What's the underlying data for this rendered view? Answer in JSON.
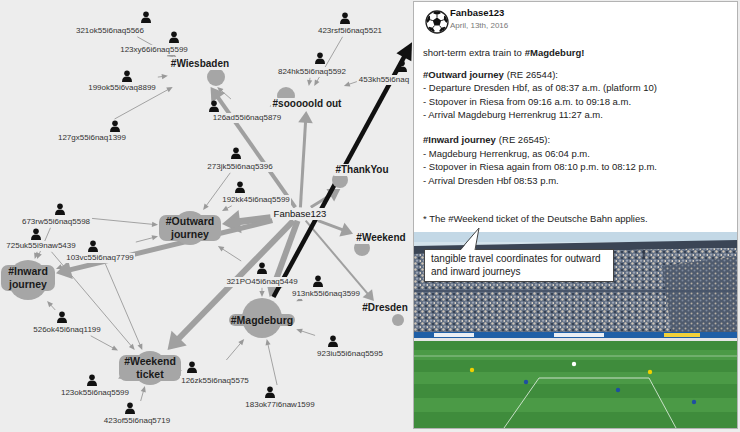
{
  "diagram": {
    "nodes": [
      {
        "text": [
          "321ok55i6naq5566"
        ]
      },
      {
        "text": [
          "123xy66i6naq5599"
        ]
      },
      {
        "text": [
          "423rsf5i6naq5521"
        ]
      },
      {
        "text": [
          "824hk55i6naq5592"
        ]
      },
      {
        "text": [
          "453kh55i6naq"
        ]
      },
      {
        "text": [
          "199ok55i6vaq8899"
        ]
      },
      {
        "text": [
          "#Wiesbaden"
        ]
      },
      {
        "text": [
          "#sooooold out"
        ]
      },
      {
        "text": [
          "126ad55i6naq5879"
        ]
      },
      {
        "text": [
          "127gx55i6naq1399"
        ]
      },
      {
        "text": [
          "#ThankYou"
        ]
      },
      {
        "text": [
          "273jk55i6naq5396"
        ]
      },
      {
        "text": [
          "Fanbase123"
        ]
      },
      {
        "text": [
          "192kk45i6naq5599"
        ]
      },
      {
        "text": [
          "#Outward journey"
        ]
      },
      {
        "text": [
          "673rw55i6naq5598"
        ]
      },
      {
        "text": [
          "#Weekend"
        ]
      },
      {
        "text": [
          "725uk55i9naw5439"
        ]
      },
      {
        "text": [
          "103vc55i6naq7799"
        ]
      },
      {
        "text": [
          "321PO45i6naq5449"
        ]
      },
      {
        "text": [
          "#Inward journey"
        ]
      },
      {
        "text": [
          "913nk55i6naq3599"
        ]
      },
      {
        "text": [
          "#Dresden"
        ]
      },
      {
        "text": [
          "526ok45i6naq1199"
        ]
      },
      {
        "text": [
          "#Magdeburg"
        ]
      },
      {
        "text": [
          "923iu55i6naq5595"
        ]
      },
      {
        "text": [
          "#Weekend ticket"
        ]
      },
      {
        "text": [
          "126zk55i6naq5575"
        ]
      },
      {
        "text": [
          "123ok55i6naq5599"
        ]
      },
      {
        "text": [
          "183ok77i6naw1599"
        ]
      },
      {
        "text": [
          "423of55i6naq5719"
        ]
      },
      {
        "text": [
          "Fanbase123",
          "April, 13th, 2016",
          "short-term extra train to",
          "#Magdeburg!",
          "#Outward journey",
          "(RE 26544):",
          "- Departure Dresden Hbf, as of 08:37 a.m. (platform 10)",
          "- Stopover in Riesa from 09:16 a.m. to 09:18 a.m.",
          "- Arrival Magdeburg Herrenkrug 11:27 a.m.",
          "#Inward journey",
          "(RE 26545):",
          "- Magdeburg Herrenkrug, as 06:04 p.m.",
          "- Stopover in Riesa again from 08:10 p.m. to 08:12 p.m.",
          "- Arrival Dresden Hbf 08:53 p.m.",
          "* The #Weekend ticket of the Deutsche Bahn applies."
        ]
      },
      {
        "text": [
          "tangible travel coordinates for outward and inward journeys"
        ],
        "in": 31
      }
    ],
    "edges": [
      {
        "from": 0,
        "to": 6,
        "arrow": "to"
      },
      {
        "from": 1,
        "to": 6,
        "arrow": "to"
      },
      {
        "from": 5,
        "to": 6,
        "arrow": "to"
      },
      {
        "from": 9,
        "to": 6,
        "arrow": "to"
      },
      {
        "from": 8,
        "to": 6,
        "arrow": "to"
      },
      {
        "from": 8,
        "to": 7,
        "arrow": "to"
      },
      {
        "from": 2,
        "to": 7,
        "arrow": "to"
      },
      {
        "from": 3,
        "to": 7,
        "arrow": "to"
      },
      {
        "from": 4,
        "to": 7,
        "arrow": "to"
      },
      {
        "from": 11,
        "to": 14,
        "arrow": "to"
      },
      {
        "from": 13,
        "to": 14,
        "arrow": "to"
      },
      {
        "from": 15,
        "to": 14,
        "arrow": "to"
      },
      {
        "from": 15,
        "to": 20,
        "arrow": "to"
      },
      {
        "from": 17,
        "to": 20,
        "arrow": "to"
      },
      {
        "from": 17,
        "to": 26,
        "arrow": "to"
      },
      {
        "from": 18,
        "to": 14,
        "arrow": "to"
      },
      {
        "from": 18,
        "to": 20,
        "arrow": "to"
      },
      {
        "from": 18,
        "to": 26,
        "arrow": "to"
      },
      {
        "from": 19,
        "to": 14,
        "arrow": "to"
      },
      {
        "from": 19,
        "to": 24,
        "arrow": "to"
      },
      {
        "from": 21,
        "to": 24,
        "arrow": "to"
      },
      {
        "from": 23,
        "to": 20,
        "arrow": "to"
      },
      {
        "from": 23,
        "to": 26,
        "arrow": "to"
      },
      {
        "from": 25,
        "to": 24,
        "arrow": "to"
      },
      {
        "from": 27,
        "to": 26,
        "arrow": "to"
      },
      {
        "from": 27,
        "to": 24,
        "arrow": "to"
      },
      {
        "from": 29,
        "to": 24,
        "arrow": "to"
      },
      {
        "from": 28,
        "to": 26,
        "arrow": "to"
      },
      {
        "from": 30,
        "to": 26,
        "arrow": "to"
      },
      {
        "from": 12,
        "to": 6,
        "arrow": "to"
      },
      {
        "from": 12,
        "to": 7,
        "arrow": "to"
      },
      {
        "from": 12,
        "to": 10,
        "arrow": "to"
      },
      {
        "from": 12,
        "to": 14,
        "arrow": "to"
      },
      {
        "from": 12,
        "to": 16,
        "arrow": "to"
      },
      {
        "from": 12,
        "to": 20,
        "arrow": "to"
      },
      {
        "from": 12,
        "to": 22,
        "arrow": "to"
      },
      {
        "from": 12,
        "to": 24,
        "arrow": "to"
      },
      {
        "from": 12,
        "to": 26,
        "arrow": "to"
      },
      {
        "from": 24,
        "to": 31,
        "arrow": "to"
      }
    ]
  }
}
